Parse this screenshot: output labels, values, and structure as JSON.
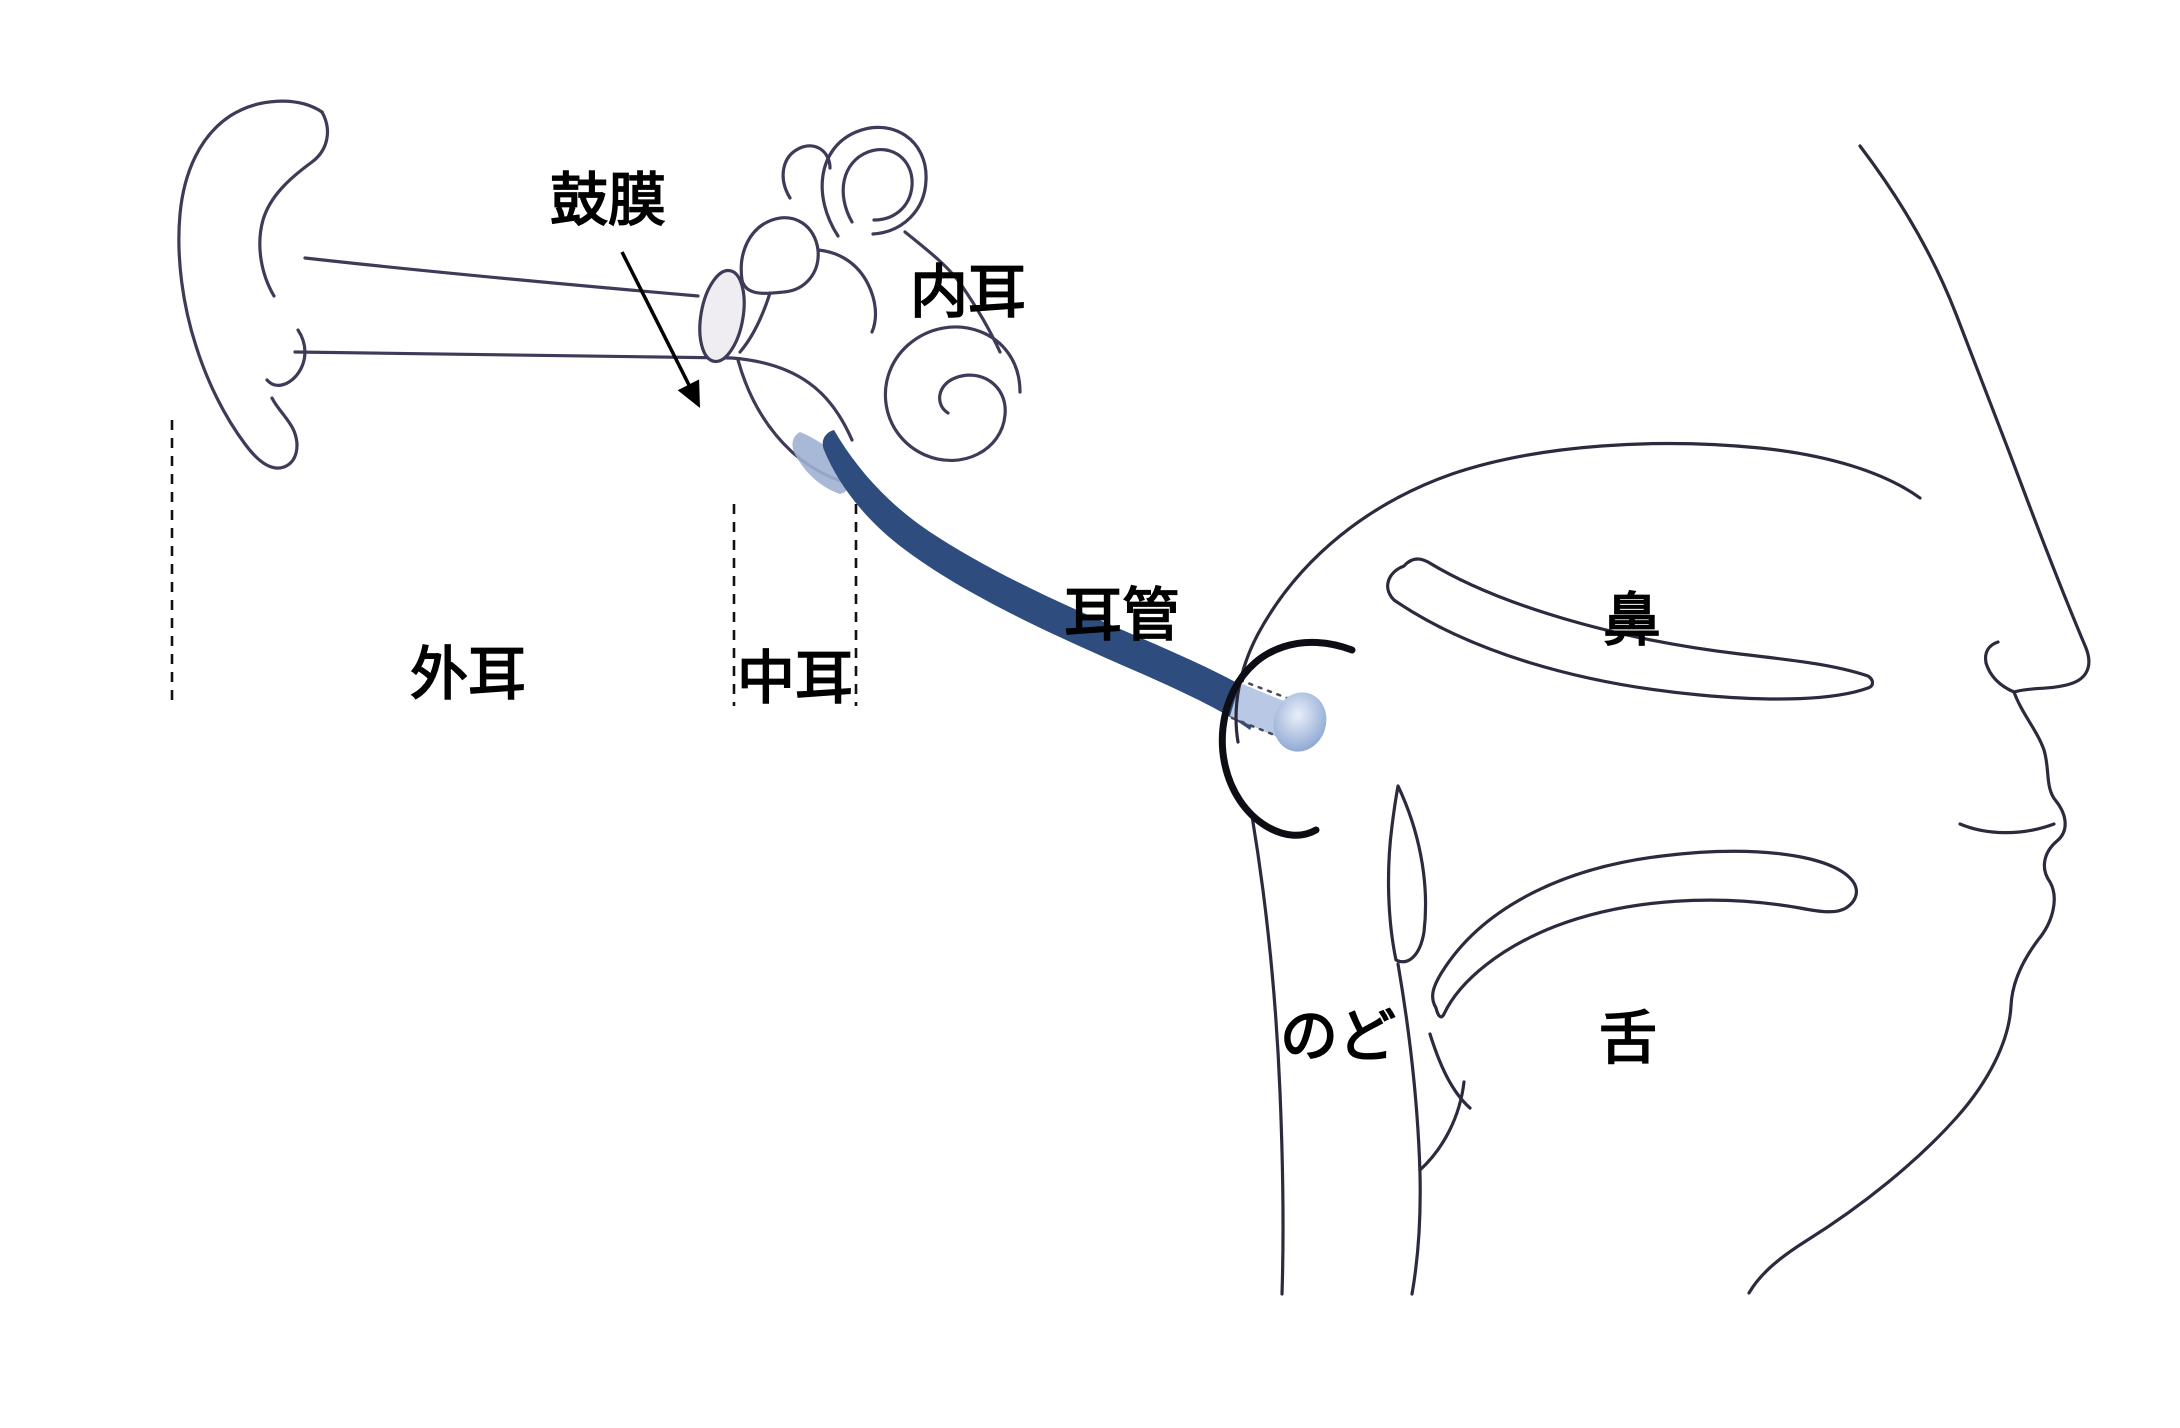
{
  "figure": {
    "type": "anatomical-diagram",
    "subject": "ear, eustachian tube and nasopharynx (sagittal view)",
    "labels": {
      "eardrum": "鼓膜",
      "inner_ear": "内耳",
      "outer_ear": "外耳",
      "middle_ear": "中耳",
      "eustachian_tube": "耳管",
      "nose": "鼻",
      "throat": "のど",
      "tongue": "舌"
    },
    "colors": {
      "outline": "#3f3a58",
      "face_outline": "#2b2a3e",
      "hook_stroke": "#0d0d16",
      "tube_fill": "#2e4d7e",
      "tube_highlight": "#b9c8e4",
      "tube_shade": "#9db1d3",
      "opening_center": "#e9eff9",
      "opening_edge": "#7e9bcd",
      "eardrum_fill": "#efedf2",
      "dashed_line": "#111111",
      "label_color": "#000000",
      "background": "#ffffff"
    }
  }
}
